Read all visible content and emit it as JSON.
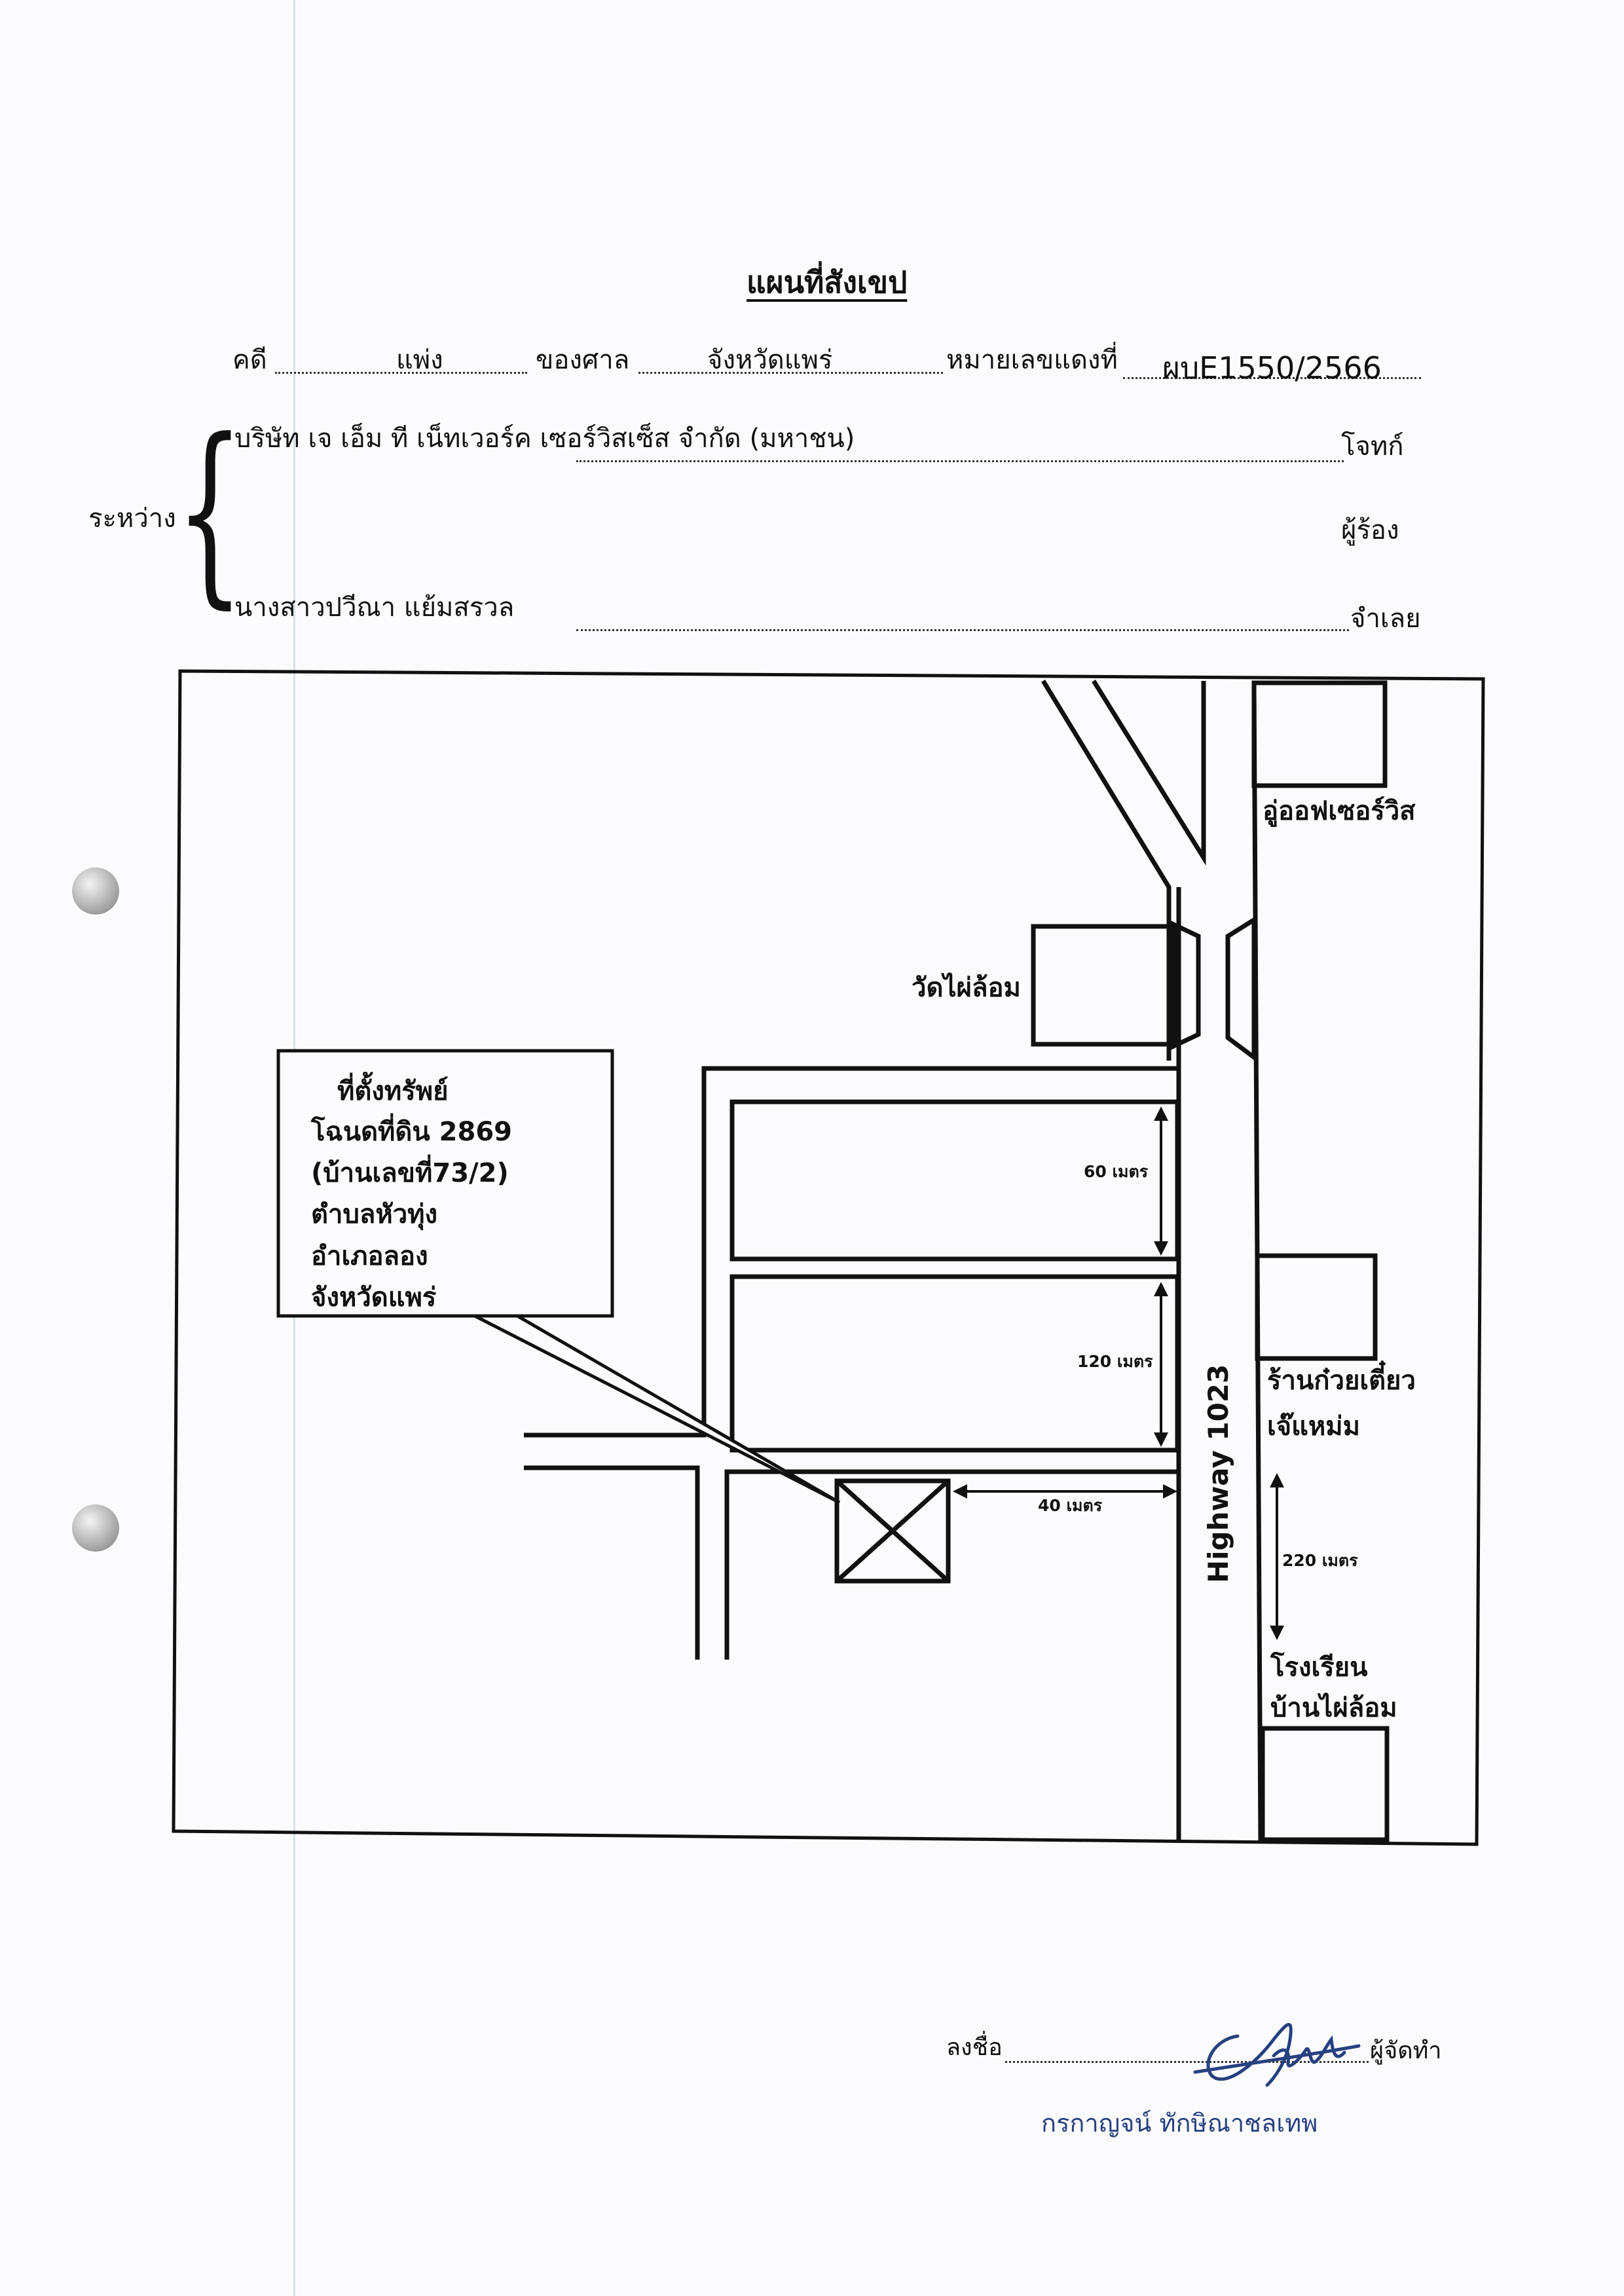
{
  "header": {
    "title": "แผนที่สังเขป",
    "case_label": "คดี",
    "case_type": "แพ่ง",
    "court_label": "ของศาล",
    "court_name": "จังหวัดแพร่",
    "red_no_label": "หมายเลขแดงที่",
    "red_no": "ผบE1550/2566"
  },
  "parties": {
    "between_label": "ระหว่าง",
    "plaintiff_name": "บริษัท เจ เอ็ม ที เน็ทเวอร์ค เซอร์วิสเซ็ส จำกัด (มหาชน)",
    "plaintiff_role": "โจทก์",
    "petitioner_role": "ผู้ร้อง",
    "defendant_name": "นางสาวปวีณา แย้มสรวล",
    "defendant_role": "จำเลย"
  },
  "map": {
    "landmark_office": "อู่ออฟเซอร์วิส",
    "landmark_temple": "วัดไผ่ล้อม",
    "landmark_noodle_1": "ร้านก๋วยเตี๋ยว",
    "landmark_noodle_2": "เจ๊แหม่ม",
    "landmark_school_1": "โรงเรียน",
    "landmark_school_2": "บ้านไผ่ล้อม",
    "highway": "Highway 1023",
    "dist_60": "60 เมตร",
    "dist_120": "120 เมตร",
    "dist_40": "40 เมตร",
    "dist_220": "220 เมตร",
    "callout": [
      "ที่ตั้งทรัพย์",
      "โฉนดที่ดิน 2869",
      "(บ้านเลขที่73/2)",
      "ตำบลหัวทุ่ง",
      "อำเภอลอง",
      "จังหวัดแพร่"
    ]
  },
  "signature": {
    "sign_label": "ลงชื่อ",
    "maker_role": "ผู้จัดทำ",
    "signer_name": "กรกาญจน์  ทักษิณาชลเทพ"
  },
  "colors": {
    "ink": "#111111",
    "signature_ink": "#27407f"
  }
}
